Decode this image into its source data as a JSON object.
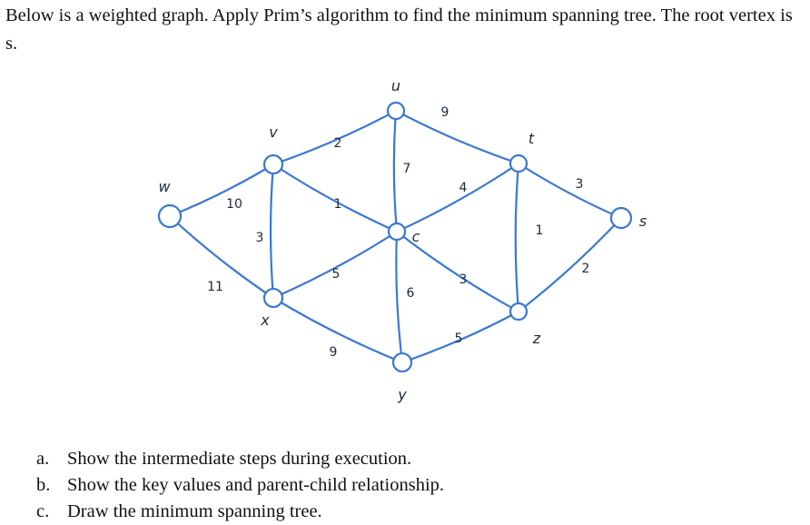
{
  "question": {
    "intro": "Below is a weighted graph. Apply Prim’s algorithm to find the minimum spanning tree. The root vertex is s."
  },
  "graph": {
    "vertices": [
      {
        "id": "w",
        "label": "w"
      },
      {
        "id": "v",
        "label": "v"
      },
      {
        "id": "u",
        "label": "u"
      },
      {
        "id": "t",
        "label": "t"
      },
      {
        "id": "s",
        "label": "s"
      },
      {
        "id": "c",
        "label": "c"
      },
      {
        "id": "x",
        "label": "x"
      },
      {
        "id": "y",
        "label": "y"
      },
      {
        "id": "z",
        "label": "z"
      }
    ],
    "edges": [
      {
        "from": "w",
        "to": "v",
        "weight": "10"
      },
      {
        "from": "w",
        "to": "x",
        "weight": "11"
      },
      {
        "from": "v",
        "to": "u",
        "weight": "2"
      },
      {
        "from": "v",
        "to": "x",
        "weight": "3"
      },
      {
        "from": "v",
        "to": "c",
        "weight": "1"
      },
      {
        "from": "u",
        "to": "c",
        "weight": "7"
      },
      {
        "from": "u",
        "to": "t",
        "weight": "9"
      },
      {
        "from": "c",
        "to": "t",
        "weight": "4"
      },
      {
        "from": "x",
        "to": "c",
        "weight": "5"
      },
      {
        "from": "x",
        "to": "y",
        "weight": "9"
      },
      {
        "from": "c",
        "to": "y",
        "weight": "6"
      },
      {
        "from": "c",
        "to": "z",
        "weight": "3"
      },
      {
        "from": "t",
        "to": "z",
        "weight": "1"
      },
      {
        "from": "t",
        "to": "s",
        "weight": "3"
      },
      {
        "from": "z",
        "to": "s",
        "weight": "2"
      },
      {
        "from": "y",
        "to": "z",
        "weight": "5"
      }
    ],
    "edge_color": "#3a78d0"
  },
  "tasks": [
    {
      "marker": "a.",
      "text": "Show the intermediate steps during execution."
    },
    {
      "marker": "b.",
      "text": "Show the key values and parent-child relationship."
    },
    {
      "marker": "c.",
      "text": "Draw the minimum spanning tree."
    }
  ]
}
